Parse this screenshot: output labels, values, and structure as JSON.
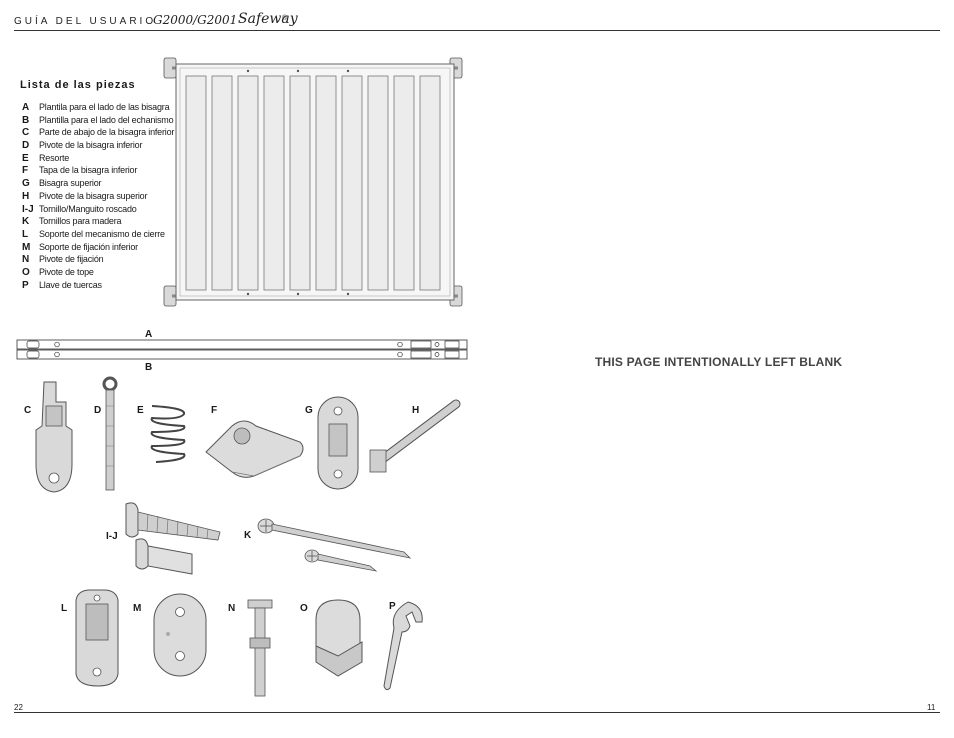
{
  "header": {
    "title": "GUÍA DEL USUARIO",
    "model": "G2000/G2001",
    "brand": "Safeway",
    "registered": "®"
  },
  "parts": {
    "title": "Lista de las piezas",
    "items": [
      {
        "key": "A",
        "desc": "Plantila para el lado de las bisagra"
      },
      {
        "key": "B",
        "desc": "Plantilla para el lado del echanismo"
      },
      {
        "key": "C",
        "desc": "Parte de abajo de la bisagra inferior"
      },
      {
        "key": "D",
        "desc": "Pivote de la bisagra inferior"
      },
      {
        "key": "E",
        "desc": "Resorte"
      },
      {
        "key": "F",
        "desc": "Tapa de la bisagra inferior"
      },
      {
        "key": "G",
        "desc": "Bisagra superior"
      },
      {
        "key": "H",
        "desc": "Pivote de la bisagra superior"
      },
      {
        "key": "I-J",
        "desc": "Tornillo/Manguito roscado"
      },
      {
        "key": "K",
        "desc": "Tornillos para madera"
      },
      {
        "key": "L",
        "desc": "Soporte del mecanismo de cierre"
      },
      {
        "key": "M",
        "desc": "Soporte de fijación inferior"
      },
      {
        "key": "N",
        "desc": "Pivote de fijación"
      },
      {
        "key": "O",
        "desc": "Pivote de tope"
      },
      {
        "key": "P",
        "desc": "Llave de tuercas"
      }
    ]
  },
  "figure_labels": {
    "a": "A",
    "b": "B",
    "c": "C",
    "d": "D",
    "e": "E",
    "f": "F",
    "g": "G",
    "h": "H",
    "ij": "I-J",
    "k": "K",
    "l": "L",
    "m": "M",
    "n": "N",
    "o": "O",
    "p": "P"
  },
  "blank_page_message": "THIS PAGE INTENTIONALLY LEFT BLANK",
  "page_numbers": {
    "left": "22",
    "right": "11"
  },
  "colors": {
    "text": "#1a1a1a",
    "part_fill": "#d9d9d9",
    "part_stroke": "#555555"
  }
}
